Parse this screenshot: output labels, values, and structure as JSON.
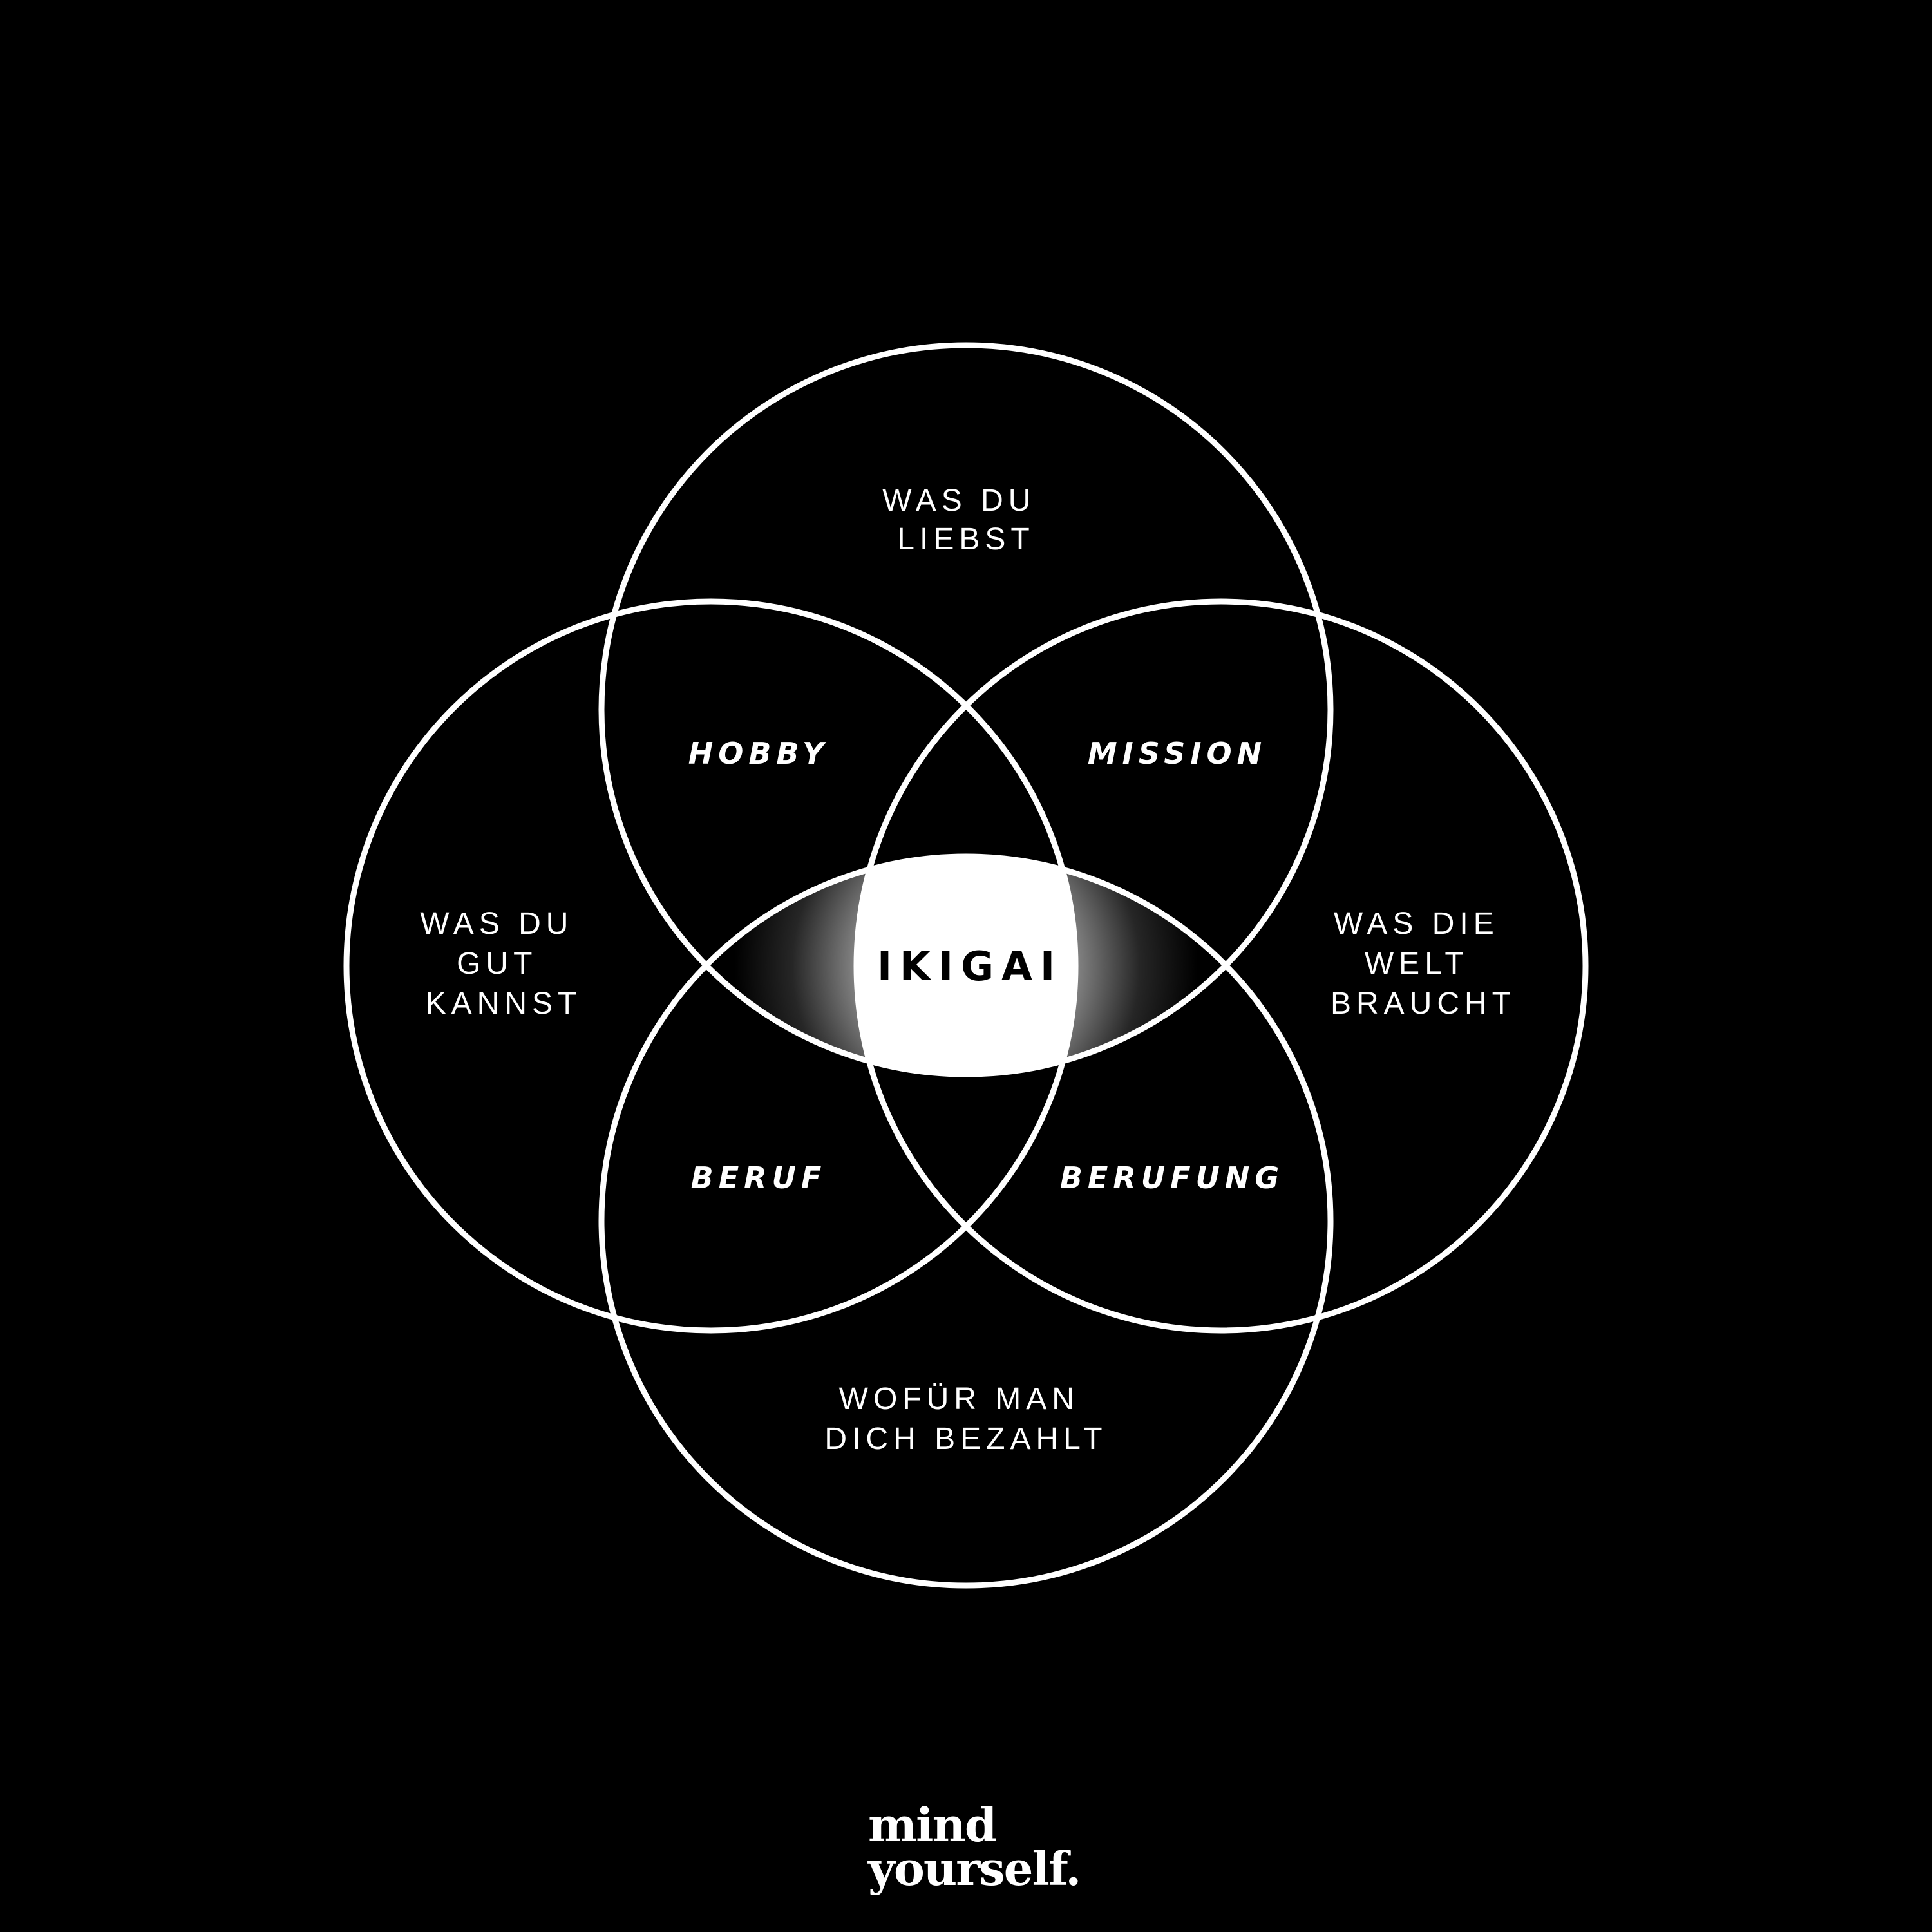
{
  "diagram": {
    "circles": {
      "top": [
        "WAS DU",
        "LIEBST"
      ],
      "left": [
        "WAS DU",
        "GUT",
        "KANNST"
      ],
      "right": [
        "WAS DIE",
        "WELT",
        "BRAUCHT"
      ],
      "bottom": [
        "WOFÜR MAN",
        "DICH BEZAHLT"
      ]
    },
    "overlaps": {
      "top_left": "HOBBY",
      "top_right": "MISSION",
      "bottom_left": "BERUF",
      "bottom_right": "BERUFUNG"
    },
    "center": "IKIGAI"
  },
  "logo": {
    "line1": "mind",
    "line2": "yourself."
  },
  "colors": {
    "background": "#000000",
    "stroke": "#ffffff",
    "center_fill": "#ffffff",
    "center_text": "#000000"
  }
}
